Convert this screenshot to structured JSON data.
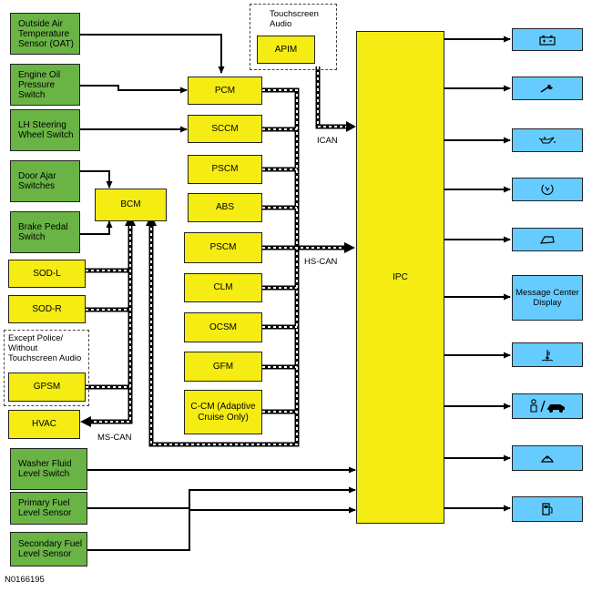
{
  "green_inputs": {
    "oat": "Outside Air Temperature Sensor (OAT)",
    "engine_oil": "Engine Oil Pressure Switch",
    "lh_steering": "LH Steering Wheel Switch",
    "door_ajar": "Door Ajar Switches",
    "brake_pedal": "Brake Pedal Switch",
    "washer_fluid": "Washer Fluid Level Switch",
    "primary_fuel": "Primary Fuel Level Sensor",
    "secondary_fuel": "Secondary Fuel Level Sensor"
  },
  "modules": {
    "apim": "APIM",
    "pcm": "PCM",
    "sccm": "SCCM",
    "pscm1": "PSCM",
    "abs": "ABS",
    "pscm2": "PSCM",
    "clm": "CLM",
    "ocsm": "OCSM",
    "gfm": "GFM",
    "ccm": "C-CM (Adaptive Cruise Only)",
    "bcm": "BCM",
    "sodl": "SOD-L",
    "sodr": "SOD-R",
    "gpsm": "GPSM",
    "hvac": "HVAC",
    "ipc": "IPC"
  },
  "group_labels": {
    "touchscreen": "Touchscreen Audio",
    "except_police": "Except Police/ Without Touchscreen Audio"
  },
  "bus_labels": {
    "ican": "ICAN",
    "hscan": "HS-CAN",
    "mscan": "MS-CAN"
  },
  "outputs": [
    {
      "icon": "battery-icon"
    },
    {
      "icon": "wrench-icon"
    },
    {
      "icon": "oil-can-icon"
    },
    {
      "icon": "brake-pad-icon"
    },
    {
      "icon": "open-door-icon"
    },
    {
      "text": "Message Center Display"
    },
    {
      "icon": "coolant-temperature-icon"
    },
    {
      "icon": "airbag-and-car-icon"
    },
    {
      "icon": "washer-fluid-icon"
    },
    {
      "icon": "fuel-pump-icon"
    }
  ],
  "figure_id": "N0166195",
  "colors": {
    "input": "#6ab445",
    "module": "#f4ec12",
    "output": "#66ccff"
  }
}
